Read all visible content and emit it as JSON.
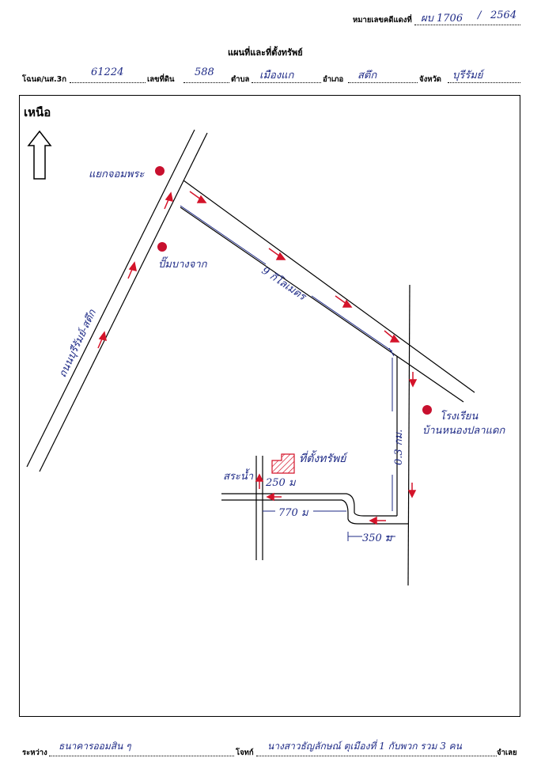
{
  "header": {
    "case_no_label": "หมายเลขคดีแดงที่",
    "case_no_value": "ผบ 1706",
    "case_year_sep": "/",
    "case_year_value": "2564",
    "title": "แผนที่และที่ตั้งทรัพย์",
    "deed_label": "โฉนด/นส.3ก",
    "deed_value": "61224",
    "land_no_label": "เลขที่ดิน",
    "land_no_value": "588",
    "subdistrict_label": "ตำบล",
    "subdistrict_value": "เมืองแก",
    "district_label": "อำเภอ",
    "district_value": "สตึก",
    "province_label": "จังหวัด",
    "province_value": "บุรีรัมย์"
  },
  "map": {
    "north_label": "เหนือ",
    "road_label": "ถนนบุรีรัมย์-สตึก",
    "landmark_junction": "แยกจอมพระ",
    "landmark_gas": "ปั๊มบางจาก",
    "distance_9km": "9 กิโลเมตร",
    "landmark_school_1": "โรงเรียน",
    "landmark_school_2": "บ้านหนองปลาแดก",
    "distance_03km": "0.3 กม.",
    "property_label": "ที่ตั้งทรัพย์",
    "pond_label": "สระน้ำ",
    "distance_250": "250 ม",
    "distance_770": "770 ม",
    "distance_350": "350 ม",
    "colors": {
      "ink": "#1e2a86",
      "marker": "#c8102e",
      "arrow": "#d4142a"
    }
  },
  "footer": {
    "between_label": "ระหว่าง",
    "plaintiff_value": "ธนาคารออมสิน ๆ",
    "defendant_label": "โจทก์",
    "defendant_value": "นางสาวธัญลักษณ์ ตุเมืองที่ 1 กับพวก รวม 3 คน",
    "defendant_suffix": "จำเลย"
  }
}
